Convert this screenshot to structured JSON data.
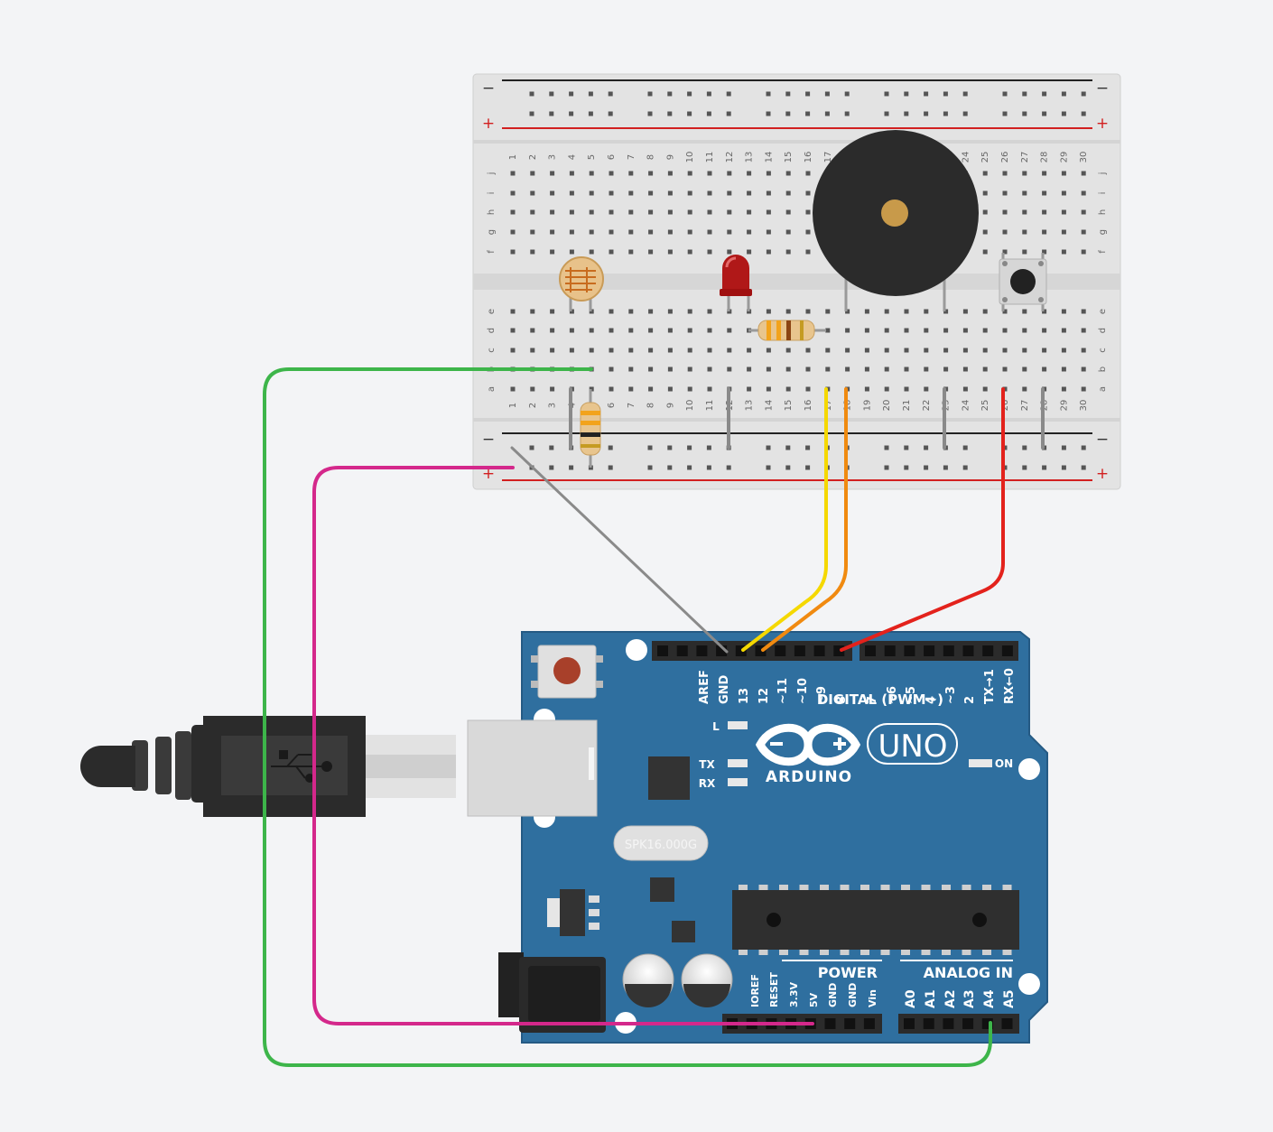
{
  "breadboard": {
    "columns": [
      "1",
      "2",
      "3",
      "4",
      "5",
      "6",
      "7",
      "8",
      "9",
      "10",
      "11",
      "12",
      "13",
      "14",
      "15",
      "16",
      "17",
      "18",
      "19",
      "20",
      "21",
      "22",
      "23",
      "24",
      "25",
      "26",
      "27",
      "28",
      "29",
      "30"
    ],
    "rows_top": [
      "j",
      "i",
      "h",
      "g",
      "f"
    ],
    "rows_bottom": [
      "e",
      "d",
      "c",
      "b",
      "a"
    ],
    "rail_minus": "−",
    "rail_plus": "+"
  },
  "arduino": {
    "brand": "ARDUINO",
    "model": "UNO",
    "on_label": "ON",
    "l_label": "L",
    "tx_label": "TX",
    "rx_label": "RX",
    "crystal": "SPK16.000G",
    "digital_label": "DIGITAL (PWM~)",
    "power_label": "POWER",
    "analog_label": "ANALOG IN",
    "digital_pins": [
      "AREF",
      "GND",
      "13",
      "12",
      "~11",
      "~10",
      "~9",
      "8",
      "7",
      "~6",
      "~5",
      "4",
      "~3",
      "2",
      "TX→1",
      "RX←0"
    ],
    "power_pins": [
      "IOREF",
      "RESET",
      "3.3V",
      "5V",
      "GND",
      "GND",
      "Vin"
    ],
    "analog_pins": [
      "A0",
      "A1",
      "A2",
      "A3",
      "A4",
      "A5"
    ]
  },
  "colors": {
    "board_blue": "#2f6f9f",
    "wire_green": "#3db54a",
    "wire_magenta": "#d4288b",
    "wire_gray": "#8a8a8a",
    "wire_yellow": "#f5d800",
    "wire_orange": "#f08a10",
    "wire_red": "#e3221c",
    "rail_red": "#d22020"
  }
}
